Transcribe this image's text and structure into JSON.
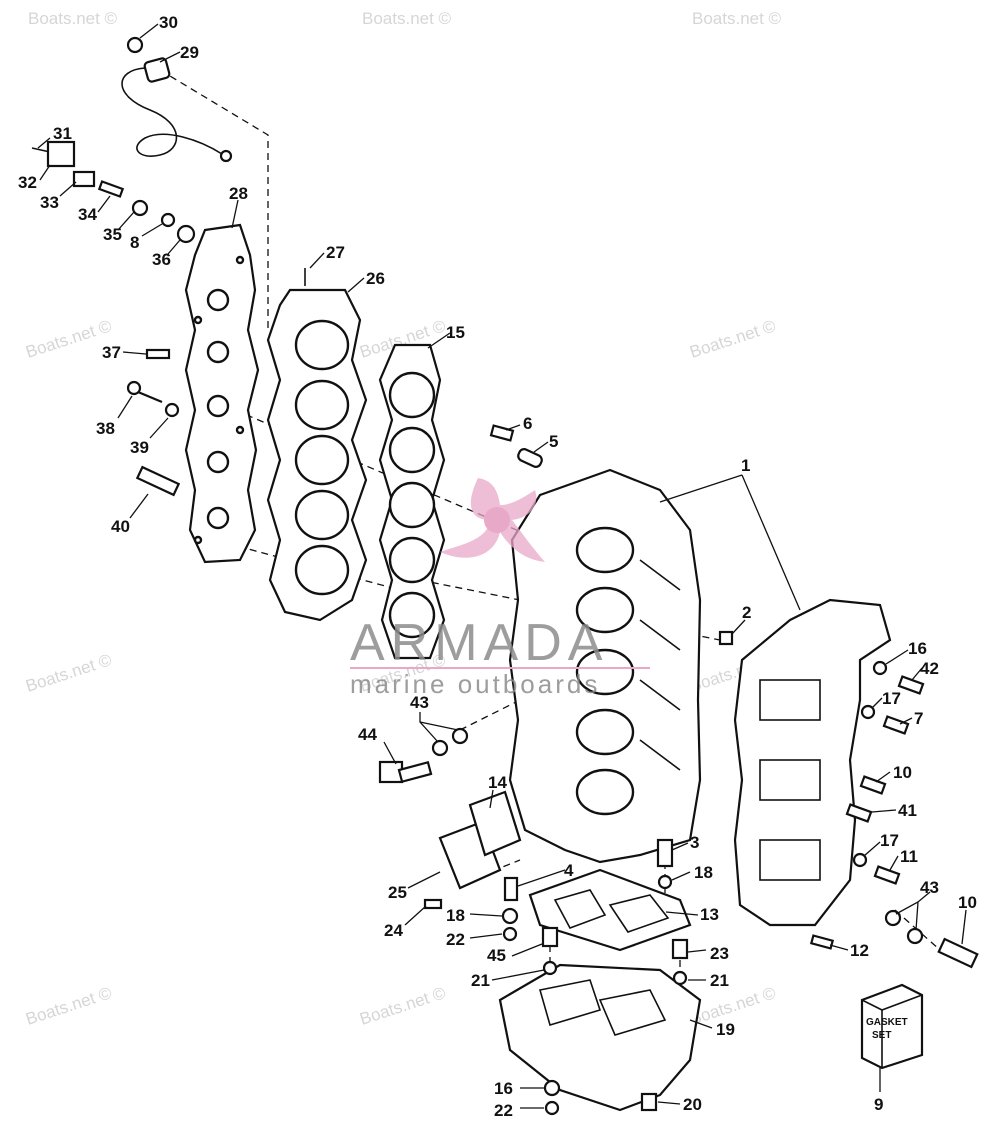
{
  "watermark": {
    "text": "Boats.net ©"
  },
  "brand": {
    "name": "ARMADA",
    "tagline": "marine outboards",
    "accent_color": "#e8a8c8"
  },
  "gasket_box": {
    "line1": "GASKET",
    "line2": "SET"
  },
  "callouts": {
    "c1": "1",
    "c2": "2",
    "c3": "3",
    "c4": "4",
    "c5": "5",
    "c6": "6",
    "c7": "7",
    "c8": "8",
    "c9": "9",
    "c10a": "10",
    "c10b": "10",
    "c11": "11",
    "c12": "12",
    "c13": "13",
    "c14": "14",
    "c15": "15",
    "c16a": "16",
    "c16b": "16",
    "c17a": "17",
    "c17b": "17",
    "c18a": "18",
    "c18b": "18",
    "c19": "19",
    "c20": "20",
    "c21a": "21",
    "c21b": "21",
    "c22a": "22",
    "c22b": "22",
    "c23": "23",
    "c24": "24",
    "c25": "25",
    "c26": "26",
    "c27": "27",
    "c28": "28",
    "c29": "29",
    "c30": "30",
    "c31": "31",
    "c32": "32",
    "c33": "33",
    "c34": "34",
    "c35": "35",
    "c36": "36",
    "c37": "37",
    "c38": "38",
    "c39": "39",
    "c40": "40",
    "c41": "41",
    "c42": "42",
    "c43a": "43",
    "c43b": "43",
    "c44": "44",
    "c45": "45"
  }
}
